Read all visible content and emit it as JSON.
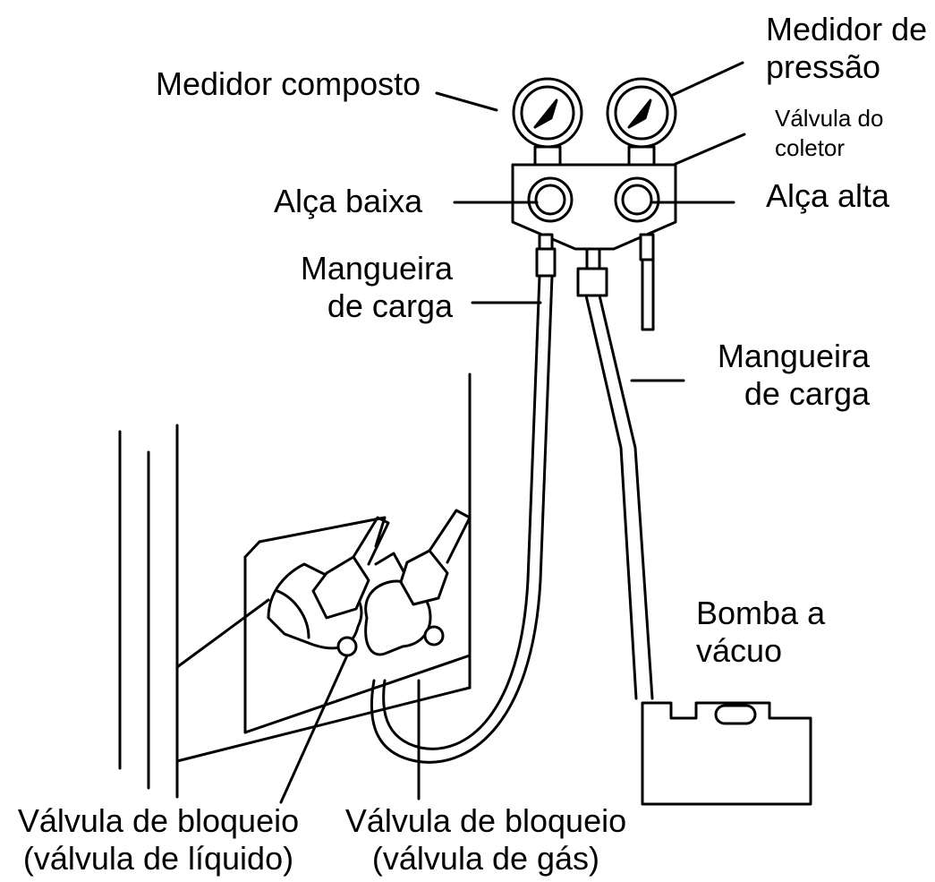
{
  "diagram": {
    "labels": {
      "compound_gauge": "Medidor composto",
      "pressure_gauge": [
        "Medidor de",
        "pressão"
      ],
      "manifold_valve": [
        "Válvula do",
        "coletor"
      ],
      "low_handle": "Alça baixa",
      "high_handle": "Alça alta",
      "charge_hose_left": [
        "Mangueira",
        "de carga"
      ],
      "charge_hose_right": [
        "Mangueira",
        "de carga"
      ],
      "vacuum_pump": [
        "Bomba a",
        "vácuo"
      ],
      "liquid_stop_valve": [
        "Válvula de bloqueio",
        "(válvula de líquido)"
      ],
      "gas_stop_valve": [
        "Válvula de bloqueio",
        "(válvula de gás)"
      ]
    },
    "colors": {
      "line": "#000000",
      "background": "#ffffff"
    }
  }
}
